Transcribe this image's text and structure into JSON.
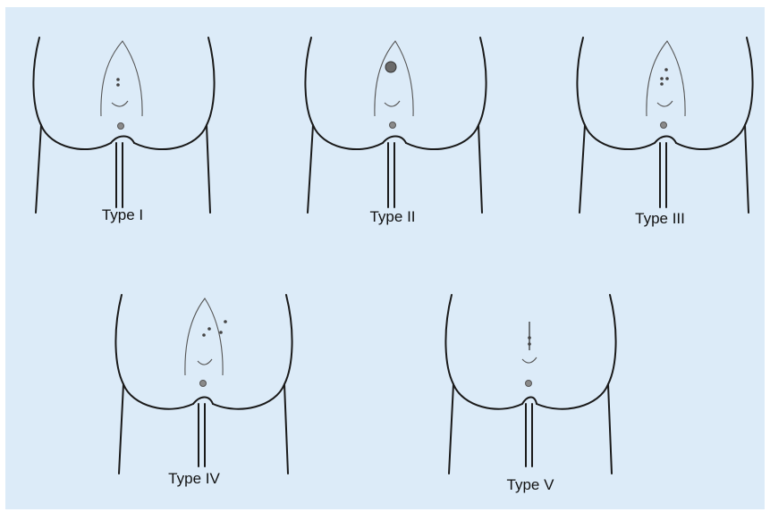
{
  "colors": {
    "background": "#dcebf8",
    "outline": "#1a1a1a",
    "lesion": "#444444",
    "anus": "#8a8a8a"
  },
  "panels": [
    {
      "label": "Type I"
    },
    {
      "label": "Type II"
    },
    {
      "label": "Type III"
    },
    {
      "label": "Type IV"
    },
    {
      "label": "Type V"
    }
  ]
}
